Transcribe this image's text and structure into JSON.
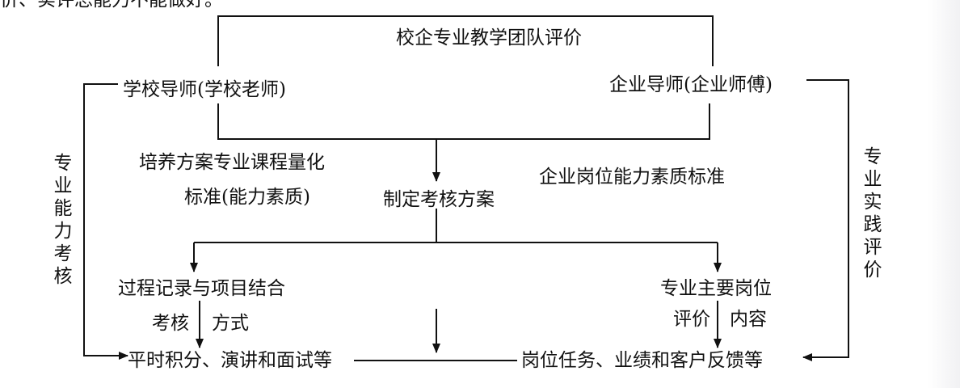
{
  "top_partial_text": "价、实评总能力不能做好。",
  "box_top_label": "校企专业教学团队评价",
  "school_mentor": "学校导师(学校老师)",
  "enterprise_mentor": "企业导师(企业师傅)",
  "left_vertical_label": "专业能力考核",
  "right_vertical_label": "专业实践评价",
  "training_plan_line1": "培养方案专业课程量化",
  "training_plan_line2": "标准(能力素质)",
  "assessment_plan": "制定考核方案",
  "enterprise_standard": "企业岗位能力素质标准",
  "process_record": "过程记录与项目结合",
  "left_sub_a": "考核",
  "left_sub_b": "方式",
  "major_positions": "专业主要岗位",
  "right_sub_a": "评价",
  "right_sub_b": "内容",
  "bottom_left": "平时积分、演讲和面试等",
  "bottom_right": "岗位任务、业绩和客户反馈等"
}
